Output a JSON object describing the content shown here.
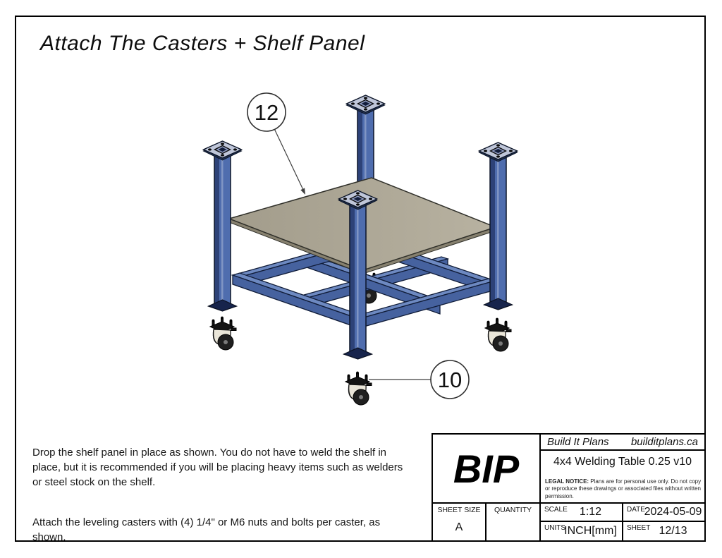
{
  "page": {
    "title": "Attach The Casters + Shelf Panel"
  },
  "instructions": {
    "para1": "Drop the shelf panel in place as shown. You do not have to weld the shelf in\nplace, but it is recommended if you will be placing heavy items such as welders\nor steel stock on the shelf.",
    "para2": "Attach the leveling casters with (4) 1/4\" or M6 nuts and bolts per caster, as\nshown."
  },
  "callouts": [
    {
      "number": "12",
      "target": "shelf-panel"
    },
    {
      "number": "10",
      "target": "leveling-caster"
    }
  ],
  "title_block": {
    "logo": "BIP",
    "company": "Build It Plans",
    "website": "builditplans.ca",
    "project": "4x4 Welding Table 0.25 v10",
    "legal_label": "LEGAL NOTICE:",
    "legal_text": " Plans are for personal use only. Do not copy or reproduce these drawings or associated files without written permission.",
    "sheet_size_label": "SHEET SIZE",
    "sheet_size_value": "A",
    "quantity_label": "QUANTITY",
    "quantity_value": "",
    "scale_label": "SCALE",
    "scale_value": "1:12",
    "date_label": "DATE",
    "date_value": "2024-05-09",
    "units_label": "UNITS",
    "units_value": "INCH[mm]",
    "sheet_label": "SHEET",
    "sheet_value": "12/13"
  },
  "drawing": {
    "description": "Isometric view of inverted 4x4 welding table frame: four blue square-tube legs with caster mounting plates, tan shelf panel dropped onto lower frame rails, leveling casters exploded below each leg foot",
    "colors": {
      "frame_blue_light": "#4f6dae",
      "frame_blue_dark": "#2d4278",
      "rail_top": "#6d89c1",
      "rail_face": "#46629f",
      "shelf_tan": "#aca695",
      "caster_cream": "#eae6d9",
      "outline": "#0c1528"
    }
  }
}
